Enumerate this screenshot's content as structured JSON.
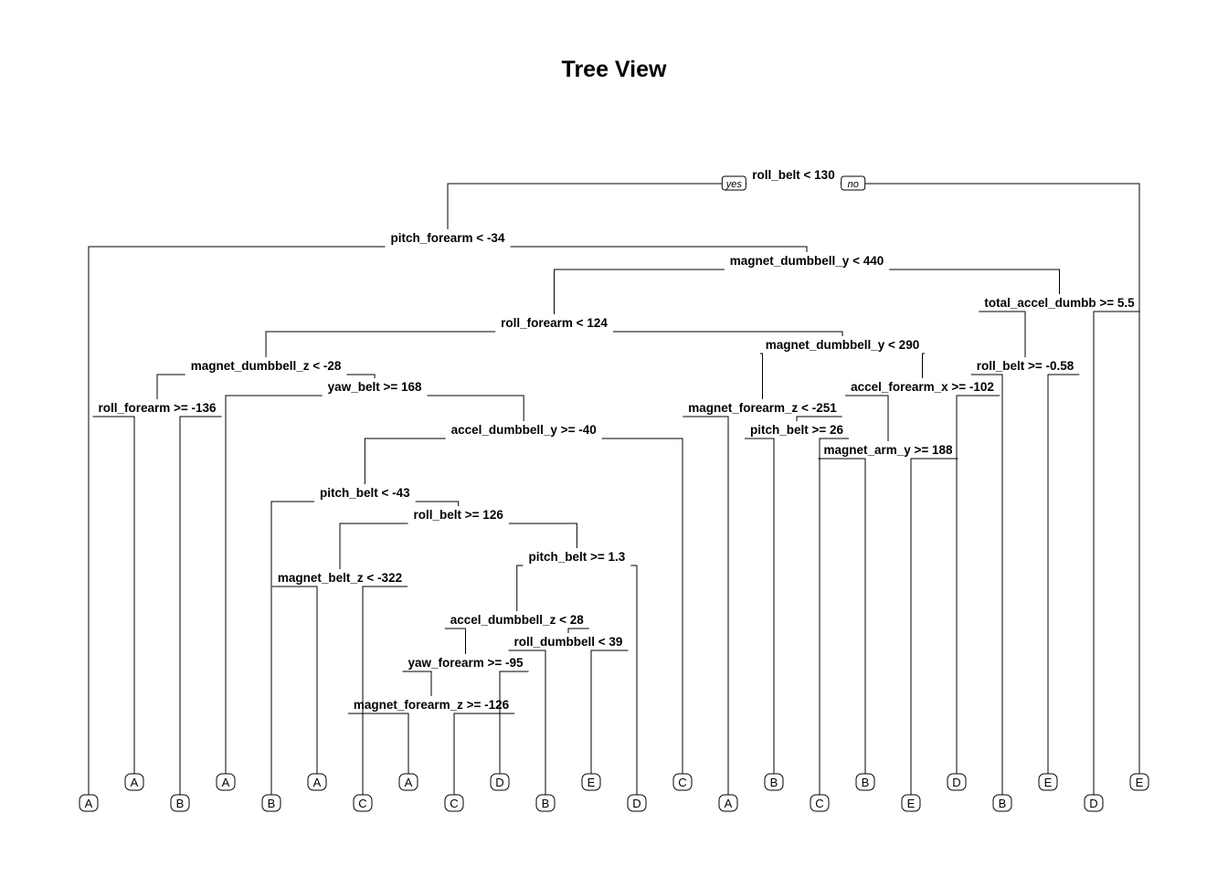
{
  "title": "Tree View",
  "branch_tags": {
    "yes": "yes",
    "no": "no"
  },
  "root": {
    "label": "roll_belt < 130",
    "yes": {
      "label": "pitch_forearm < -34",
      "yes": {
        "leaf": "A"
      },
      "no": {
        "label": "magnet_dumbbell_y < 440",
        "yes": {
          "label": "roll_forearm < 124",
          "yes": {
            "label": "magnet_dumbbell_z < -28",
            "yes": {
              "label": "roll_forearm >= -136",
              "yes": {
                "leaf": "A"
              },
              "no": {
                "leaf": "B"
              }
            },
            "no": {
              "label": "yaw_belt >= 168",
              "yes": {
                "leaf": "A"
              },
              "no": {
                "label": "accel_dumbbell_y >= -40",
                "yes": {
                  "label": "pitch_belt < -43",
                  "yes": {
                    "leaf": "B"
                  },
                  "no": {
                    "label": "roll_belt >= 126",
                    "yes": {
                      "label": "magnet_belt_z < -322",
                      "yes": {
                        "leaf": "A"
                      },
                      "no": {
                        "leaf": "C"
                      }
                    },
                    "no": {
                      "label": "pitch_belt >= 1.3",
                      "yes": {
                        "label": "accel_dumbbell_z < 28",
                        "yes": {
                          "label": "yaw_forearm >= -95",
                          "yes": {
                            "label": "magnet_forearm_z >= -126",
                            "yes": {
                              "leaf": "A"
                            },
                            "no": {
                              "leaf": "C"
                            }
                          },
                          "no": {
                            "leaf": "D"
                          }
                        },
                        "no": {
                          "label": "roll_dumbbell < 39",
                          "yes": {
                            "leaf": "B"
                          },
                          "no": {
                            "leaf": "E"
                          }
                        }
                      },
                      "no": {
                        "leaf": "D"
                      }
                    }
                  }
                },
                "no": {
                  "leaf": "C"
                }
              }
            }
          },
          "no": {
            "label": "magnet_dumbbell_y < 290",
            "yes": {
              "label": "magnet_forearm_z < -251",
              "yes": {
                "leaf": "A"
              },
              "no": {
                "label": "pitch_belt >= 26",
                "yes": {
                  "leaf": "B"
                },
                "no": {
                  "leaf": "C"
                }
              }
            },
            "no": {
              "label": "accel_forearm_x >= -102",
              "yes": {
                "label": "magnet_arm_y >= 188",
                "yes": {
                  "leaf": "B"
                },
                "no": {
                  "leaf": "E"
                }
              },
              "no": {
                "leaf": "D"
              }
            }
          }
        },
        "no": {
          "label": "total_accel_dumbb >= 5.5",
          "yes": {
            "label": "roll_belt >= -0.58",
            "yes": {
              "leaf": "B"
            },
            "no": {
              "leaf": "E"
            }
          },
          "no": {
            "leaf": "D"
          }
        }
      }
    },
    "no": {
      "leaf": "E"
    }
  }
}
